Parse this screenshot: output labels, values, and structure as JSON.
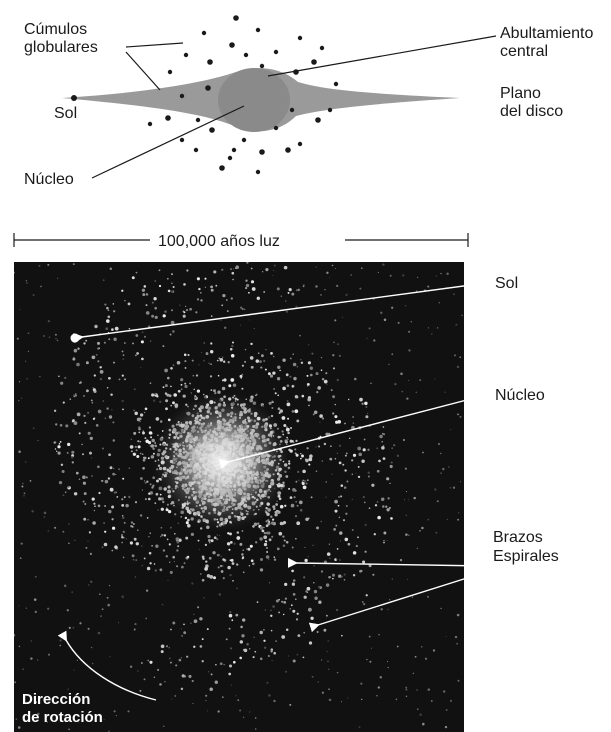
{
  "side_view": {
    "globular_clusters_label": [
      "Cúmulos",
      "globulares"
    ],
    "central_bulge_label": [
      "Abultamiento",
      "central"
    ],
    "disk_plane_label": [
      "Plano",
      "del disco"
    ],
    "sun_label": "Sol",
    "nucleus_label": "Núcleo"
  },
  "scale_bar": {
    "label": "100,000 años luz"
  },
  "top_view": {
    "sun_label": "Sol",
    "nucleus_label": "Núcleo",
    "spiral_arms_label": [
      "Brazos",
      "Espirales"
    ],
    "rotation_label": [
      "Dirección",
      "de rotación"
    ]
  },
  "colors": {
    "disk": "#9a9a9a",
    "cluster_dot": "#1a1a1a",
    "photo_bg": "#111111",
    "text": "#1a1a1a",
    "leader_white": "#ffffff"
  }
}
